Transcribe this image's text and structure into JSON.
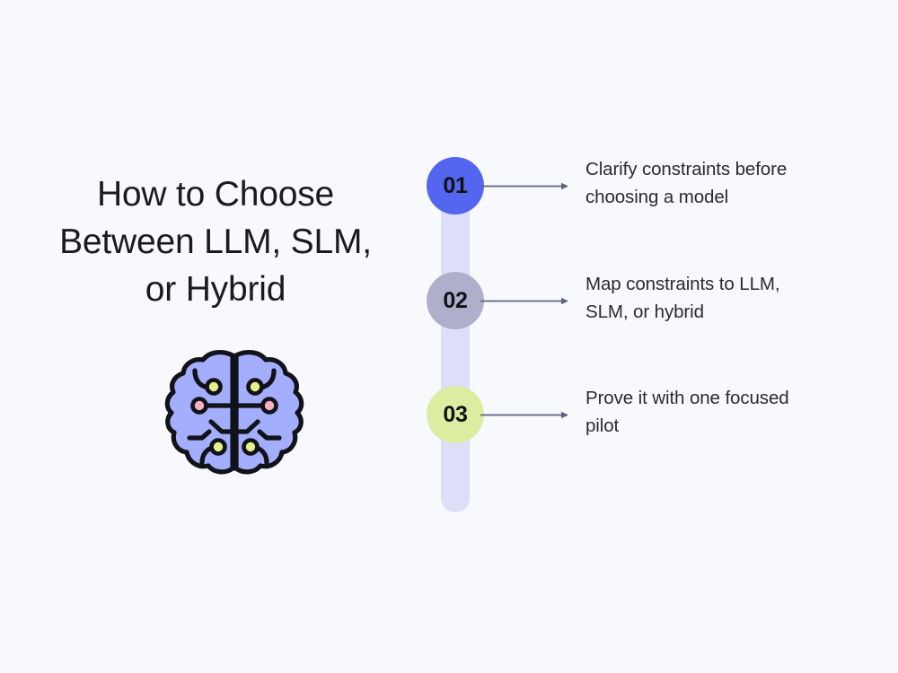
{
  "page": {
    "background_color": "#f8f9fc",
    "title": "How to Choose\nBetween LLM, SLM,\nor Hybrid"
  },
  "illustration": {
    "name": "brain-circuit-icon",
    "fill_color": "#a3aefc",
    "outline_color": "#12121a",
    "node_green_color": "#e4f08a",
    "node_pink_color": "#f7afc0"
  },
  "timeline": {
    "track_color": "#dcdff7",
    "connector_color": "#5c6480",
    "steps": [
      {
        "number": "01",
        "badge_color": "#5465ef",
        "text": "Clarify constraints before\nchoosing a model"
      },
      {
        "number": "02",
        "badge_color": "#afafcb",
        "text": "Map constraints to LLM,\nSLM, or hybrid"
      },
      {
        "number": "03",
        "badge_color": "#dbeda0",
        "text": "Prove it with one focused\npilot"
      }
    ]
  }
}
